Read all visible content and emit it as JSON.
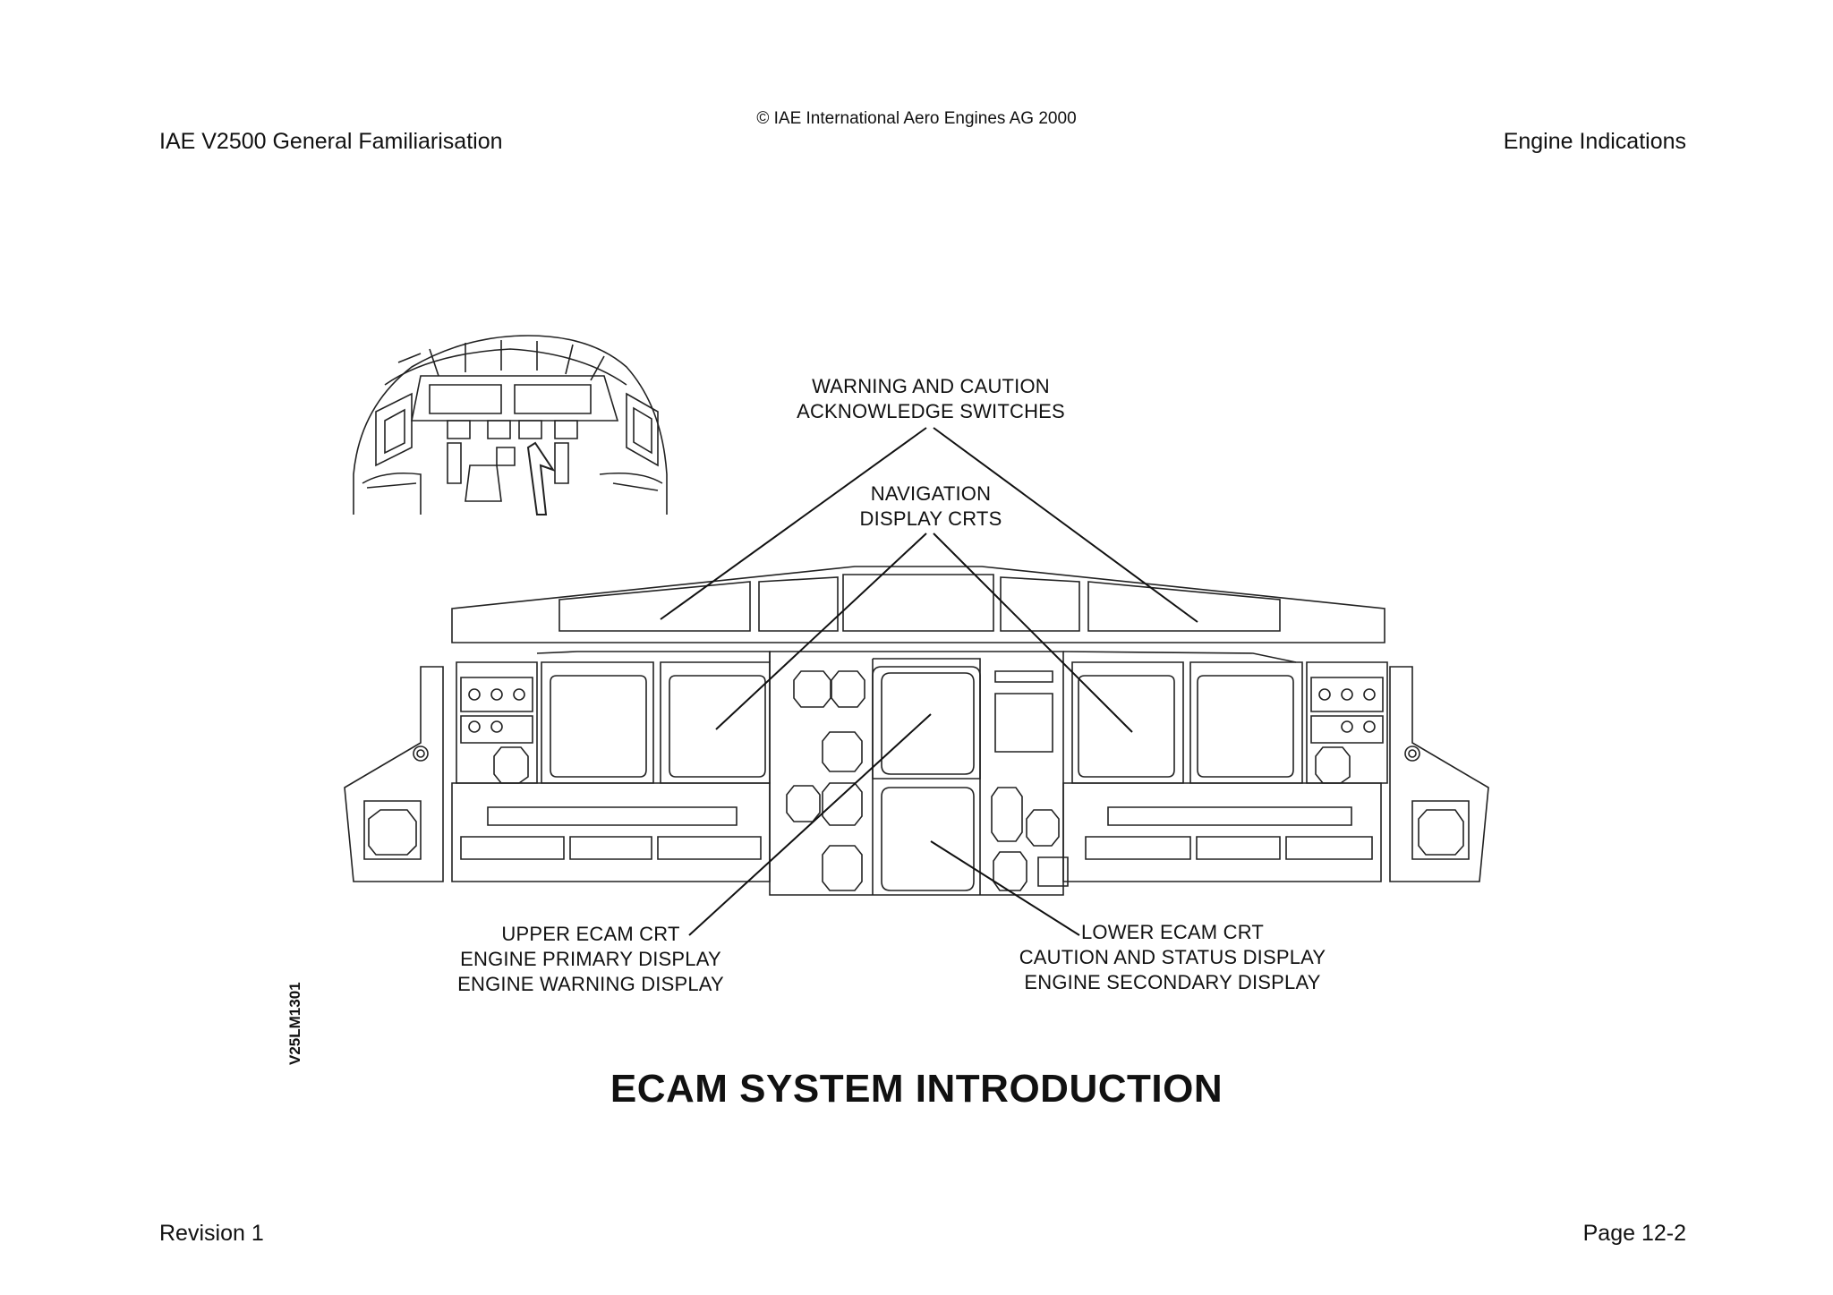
{
  "header": {
    "left": "IAE V2500 General Familiarisation",
    "right": "Engine Indications",
    "copyright": "© IAE International Aero Engines AG 2000"
  },
  "footer": {
    "left": "Revision 1",
    "right": "Page 12-2"
  },
  "figure": {
    "code": "V25LM1301",
    "title": "ECAM SYSTEM INTRODUCTION",
    "labels": {
      "warning_line1": "WARNING AND CAUTION",
      "warning_line2": "ACKNOWLEDGE SWITCHES",
      "nav_line1": "NAVIGATION",
      "nav_line2": "DISPLAY CRTS",
      "upper_line1": "UPPER ECAM CRT",
      "upper_line2": "ENGINE PRIMARY DISPLAY",
      "upper_line3": "ENGINE WARNING DISPLAY",
      "lower_line1": "LOWER ECAM CRT",
      "lower_line2": "CAUTION AND STATUS DISPLAY",
      "lower_line3": "ENGINE SECONDARY DISPLAY"
    }
  }
}
